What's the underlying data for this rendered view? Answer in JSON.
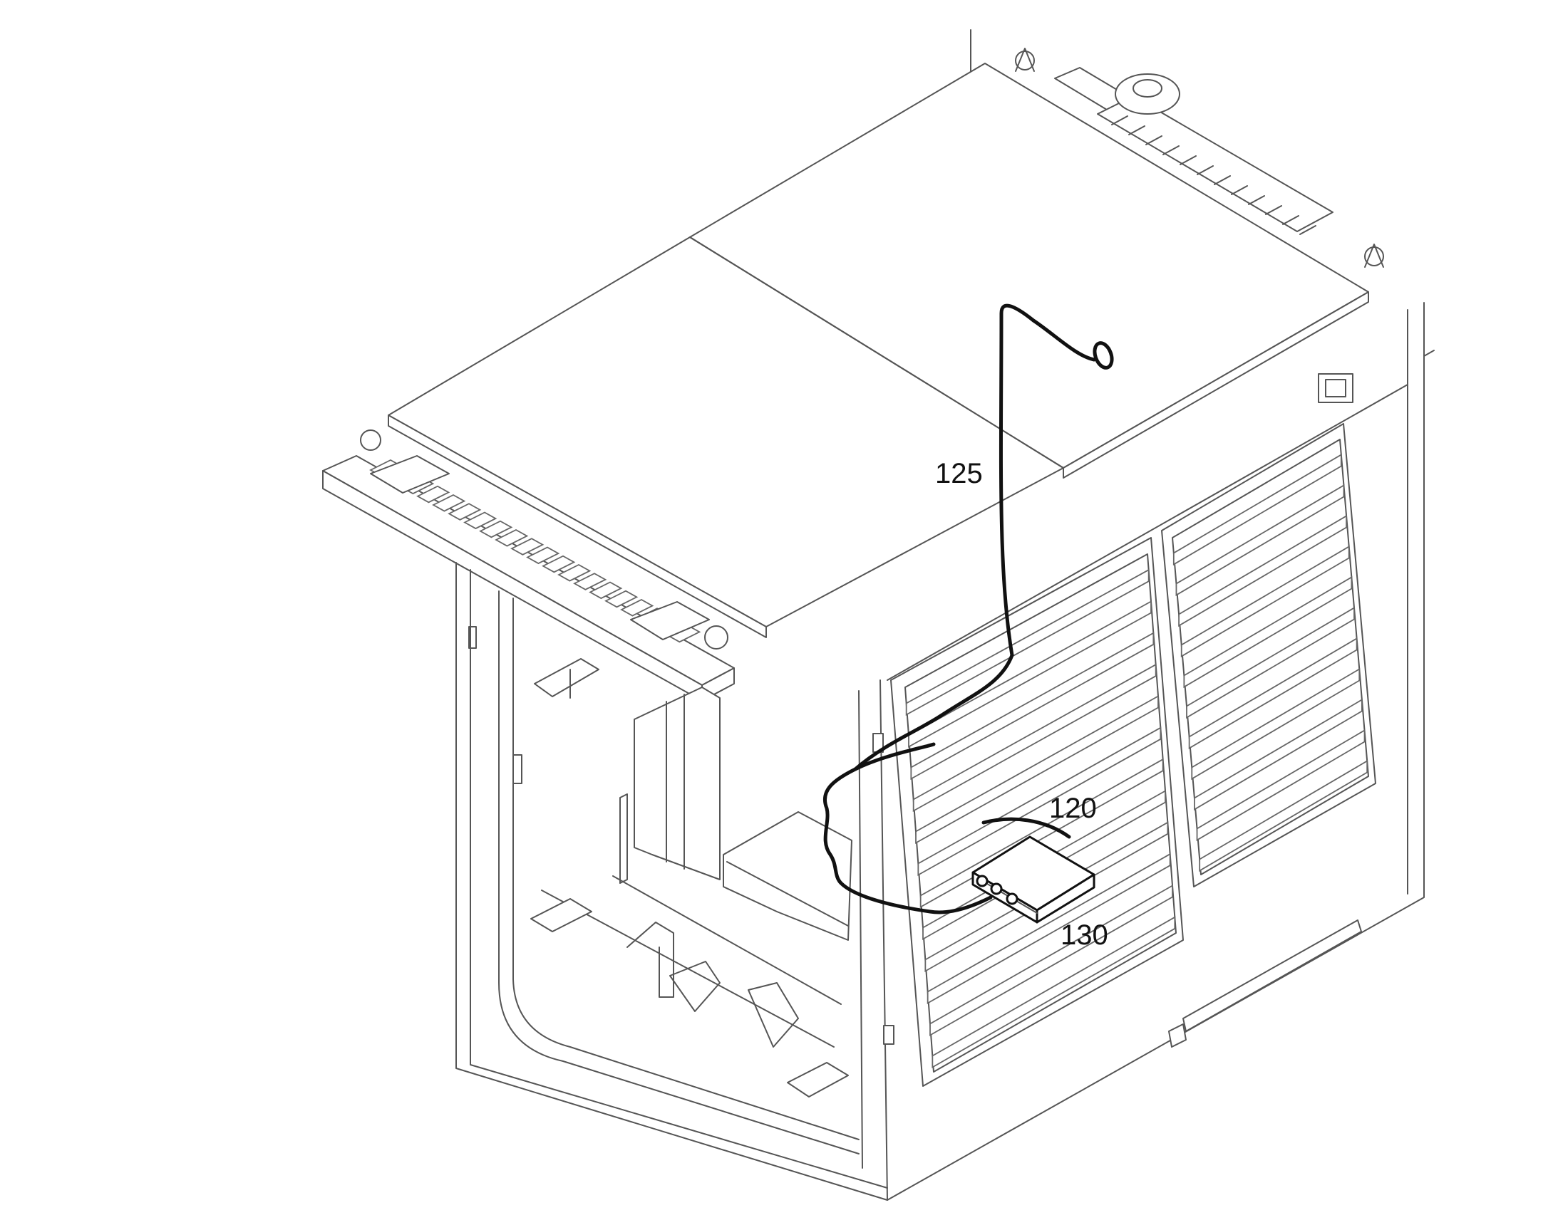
{
  "labels": {
    "cable": "125",
    "unit": "120",
    "housing": "130"
  },
  "colors": {
    "line": "#555555",
    "cable": "#111111",
    "background": "#ffffff"
  }
}
